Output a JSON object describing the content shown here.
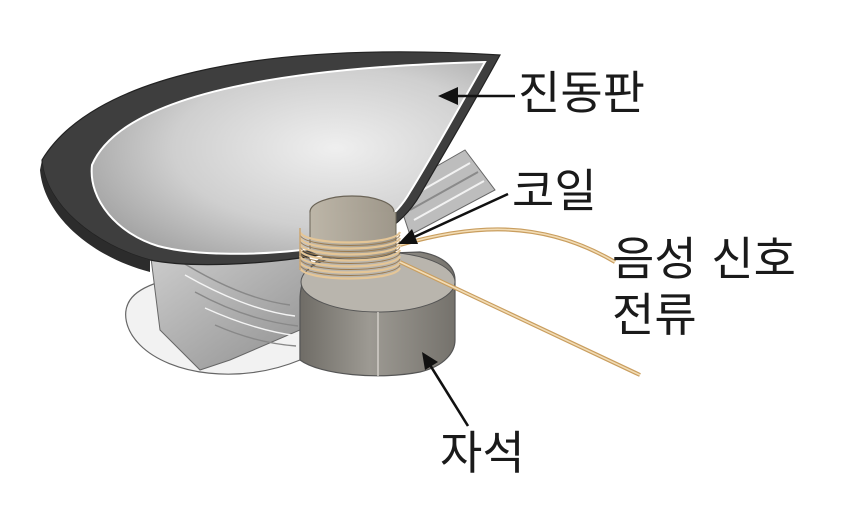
{
  "labels": {
    "diaphragm": "진동판",
    "coil": "코일",
    "signal_line1": "음성 신호",
    "signal_line2": "전류",
    "magnet": "자석"
  },
  "colors": {
    "diaphragm_face": "#c8c8c8",
    "diaphragm_rim": "#4a4a4a",
    "magnet": "#8a8780",
    "coil_wire": "#d8b98a",
    "frame": "#b4b4b4"
  },
  "icons": [
    "arrow-diaphragm",
    "arrow-coil",
    "arrow-magnet"
  ]
}
